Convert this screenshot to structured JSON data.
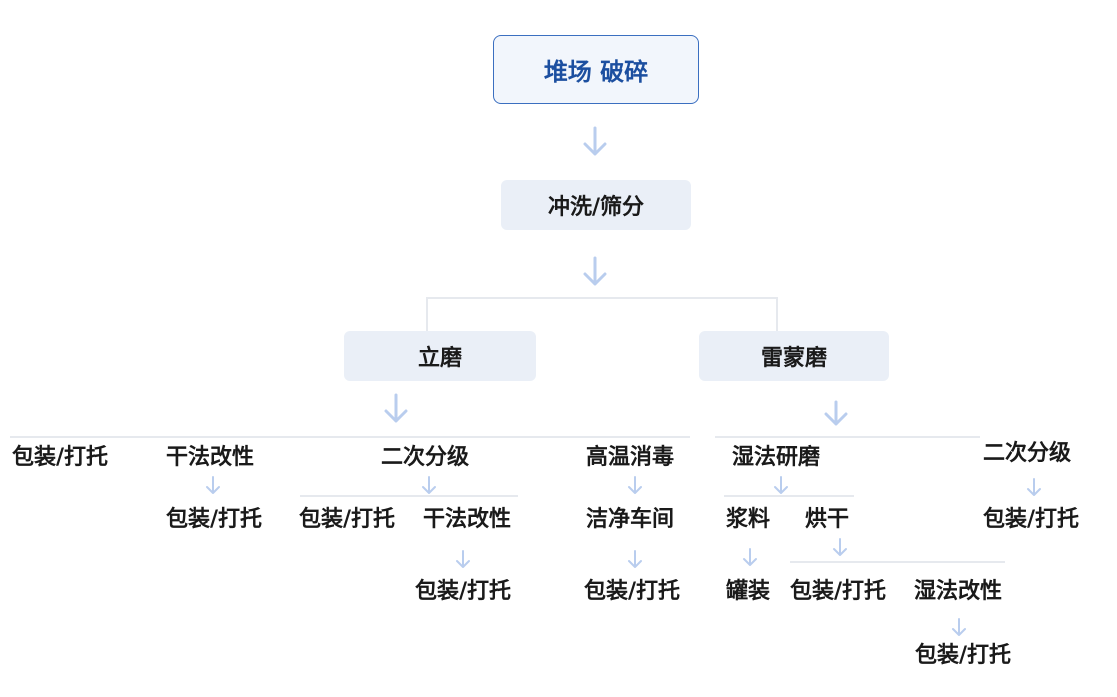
{
  "root": "堆场 破碎",
  "step2": "冲洗/筛分",
  "branches": {
    "left": "立磨",
    "right": "雷蒙磨"
  },
  "left_level": {
    "package_1": "包装/打托",
    "dry_modify": "干法改性",
    "secondary_classify": "二次分级",
    "high_temp": "高温消毒"
  },
  "left_sub": {
    "dry_modify_package": "包装/打托",
    "classify_package": "包装/打托",
    "classify_dry_modify": "干法改性",
    "clean_workshop": "洁净车间",
    "classify_dry_modify_package": "包装/打托",
    "clean_workshop_package": "包装/打托"
  },
  "right_level": {
    "wet_grind": "湿法研磨",
    "secondary_classify": "二次分级"
  },
  "right_sub": {
    "slurry": "浆料",
    "drying": "烘干",
    "classify_package": "包装/打托",
    "canning": "罐装",
    "drying_package": "包装/打托",
    "wet_modify": "湿法改性",
    "wet_modify_package": "包装/打托"
  },
  "colors": {
    "accent": "#1c4fa0",
    "arrow": "#b9cdee",
    "line": "#e6e9ee",
    "box_fill": "#eaeff7"
  }
}
